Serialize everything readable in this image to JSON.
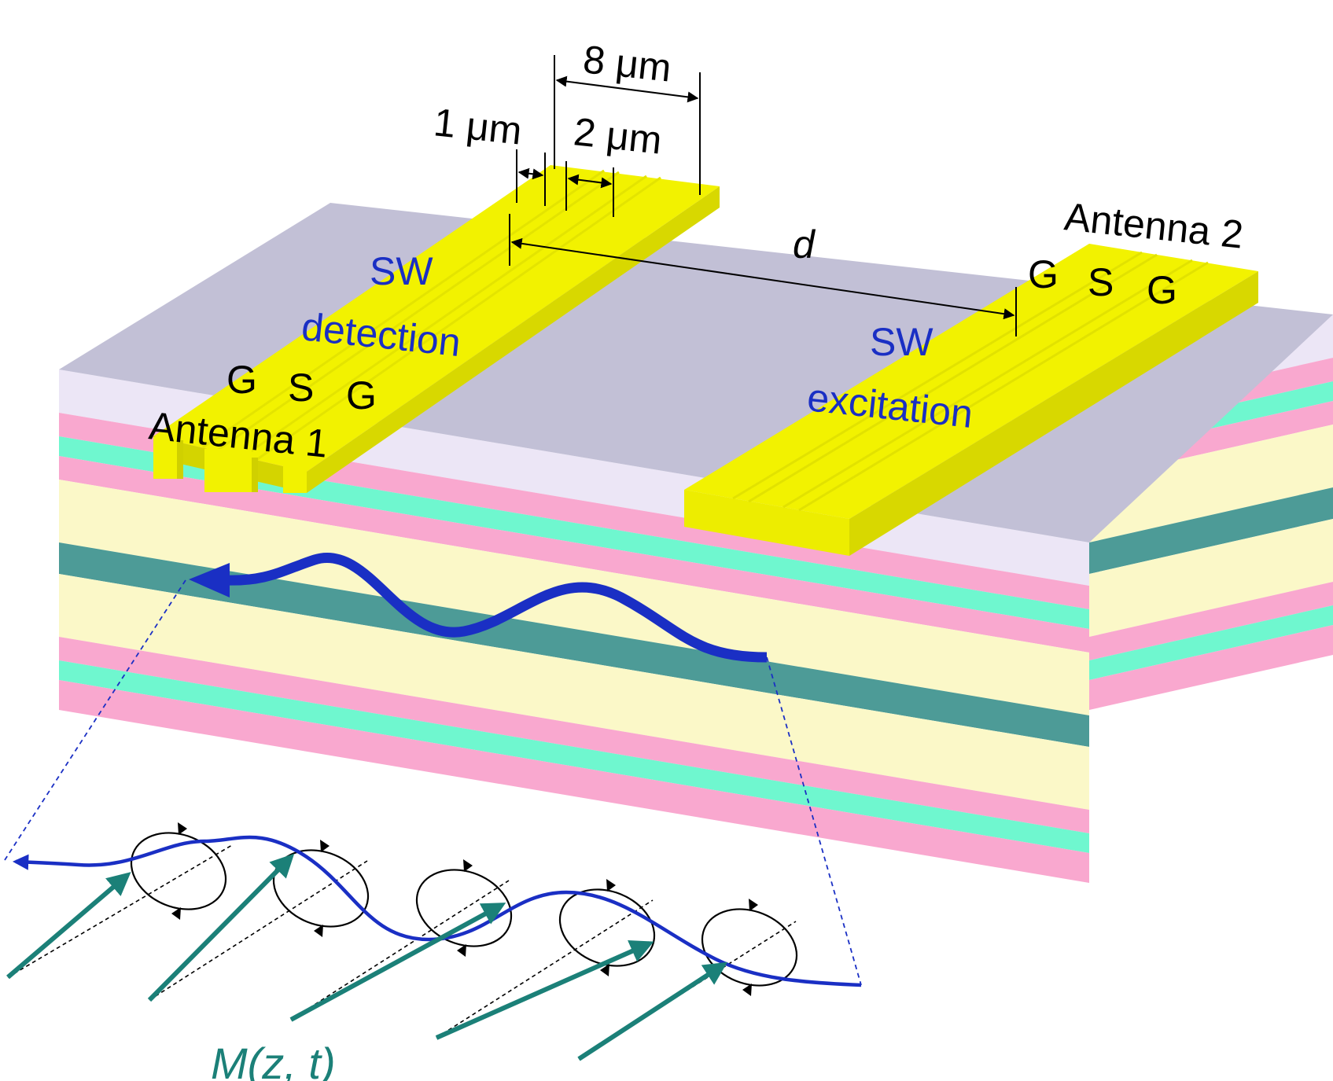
{
  "labels": {
    "dim_8um": "8 μm",
    "dim_1um": "1 μm",
    "dim_2um": "2 μm",
    "distance": "d",
    "antenna1": "Antenna 1",
    "antenna2": "Antenna 2",
    "gsg": [
      "G",
      "S",
      "G"
    ],
    "sw_detection_line1": "SW",
    "sw_detection_line2": "detection",
    "sw_excitation_line1": "SW",
    "sw_excitation_line2": "excitation",
    "magnetization": "M(z, t)"
  },
  "colors": {
    "top_layer": "#c2c0d6",
    "top_layer_side": "#ece6f6",
    "pink_layer": "#f9a8cf",
    "mint_layer": "#6ff7cf",
    "cream_layer": "#fbf8c8",
    "dark_teal_layer": "#4d9b97",
    "antenna_yellow": "#f2f200",
    "spin_wave_blue": "#1a2fc4",
    "magnetization_teal": "#1b8078"
  },
  "layer_stack": [
    "top",
    "pink",
    "mint",
    "pink",
    "cream",
    "dark-teal",
    "cream",
    "pink",
    "mint",
    "pink"
  ]
}
